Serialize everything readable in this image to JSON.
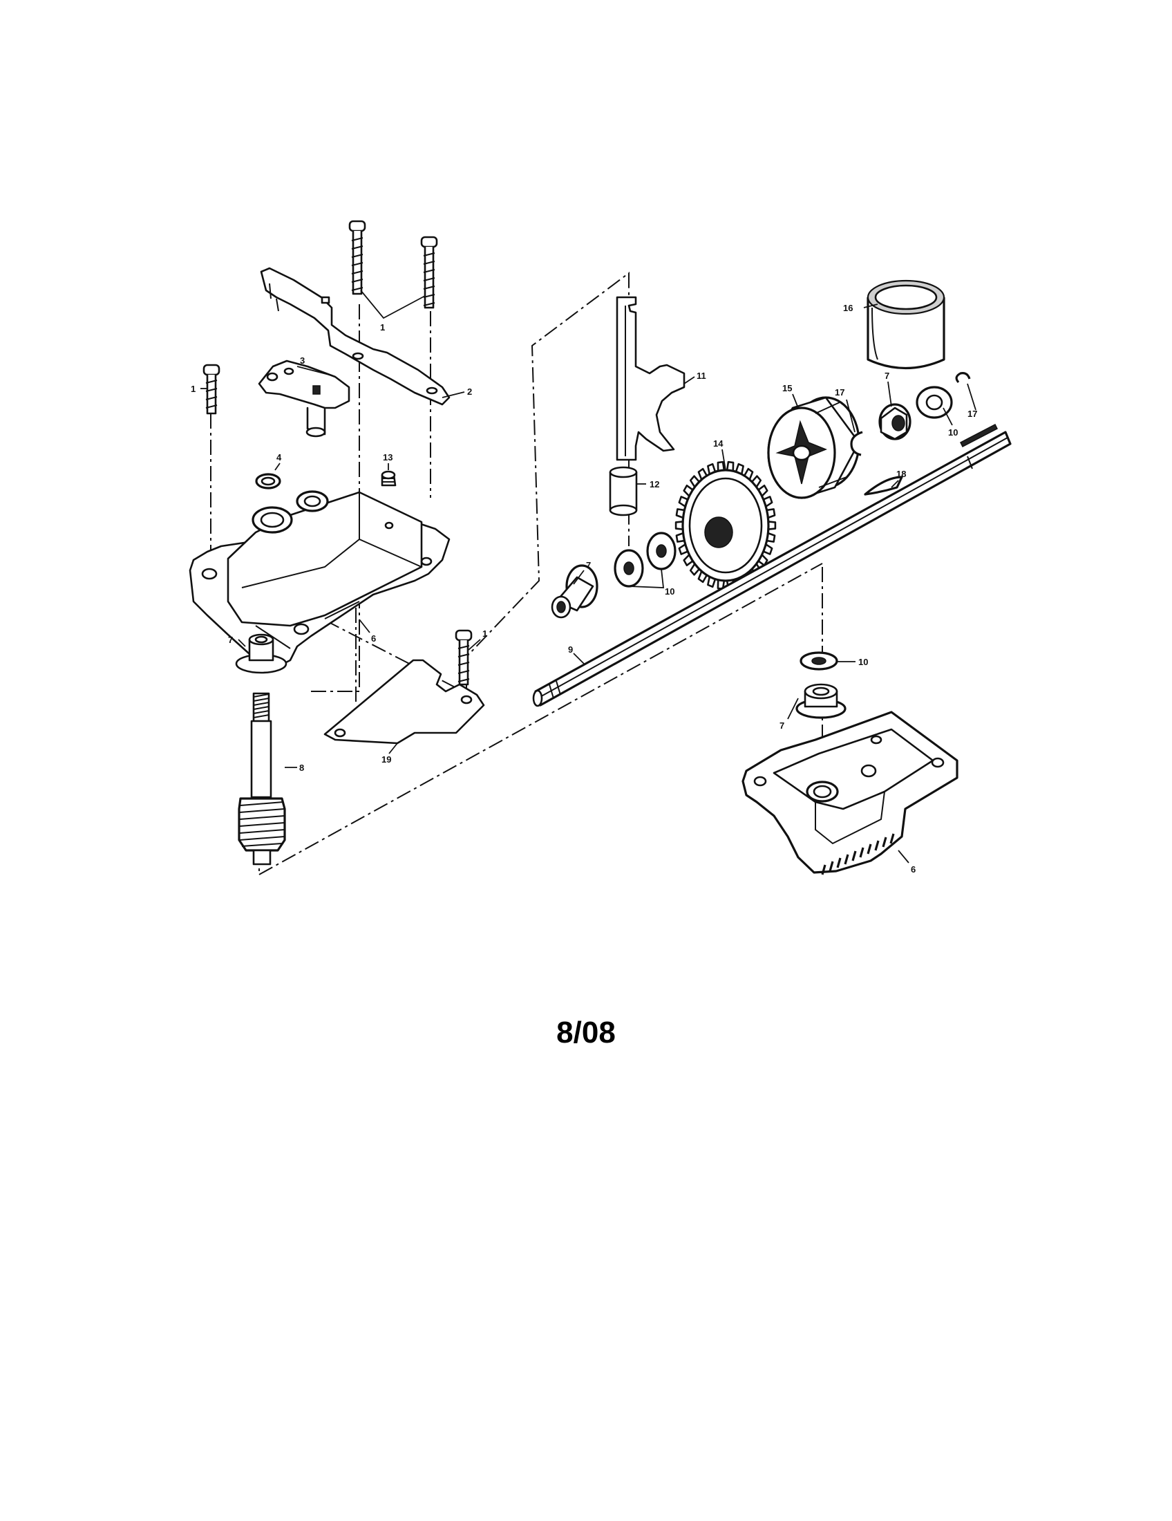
{
  "diagram": {
    "date_code": "8/08",
    "callouts": [
      {
        "part": "screw-top-center",
        "label": "1"
      },
      {
        "part": "screw-top-left",
        "label": "1"
      },
      {
        "part": "screw-bottom-plate",
        "label": "1"
      },
      {
        "part": "bracket",
        "label": "2"
      },
      {
        "part": "shift-lever",
        "label": "3"
      },
      {
        "part": "seal",
        "label": "4"
      },
      {
        "part": "housing-upper",
        "label": "6"
      },
      {
        "part": "housing-lower",
        "label": "6"
      },
      {
        "part": "bearing-left-shaft",
        "label": "7"
      },
      {
        "part": "bearing-center",
        "label": "7"
      },
      {
        "part": "bearing-right",
        "label": "7"
      },
      {
        "part": "bearing-lower",
        "label": "7"
      },
      {
        "part": "worm-shaft",
        "label": "8"
      },
      {
        "part": "axle-shaft",
        "label": "9"
      },
      {
        "part": "washers-center",
        "label": "10"
      },
      {
        "part": "washer-right",
        "label": "10"
      },
      {
        "part": "washer-lower",
        "label": "10"
      },
      {
        "part": "shift-fork",
        "label": "11"
      },
      {
        "part": "bushing",
        "label": "12"
      },
      {
        "part": "plug",
        "label": "13"
      },
      {
        "part": "worm-gear",
        "label": "14"
      },
      {
        "part": "clutch",
        "label": "15"
      },
      {
        "part": "spacer",
        "label": "16"
      },
      {
        "part": "retaining-ring-left",
        "label": "17"
      },
      {
        "part": "retaining-ring-right",
        "label": "17"
      },
      {
        "part": "key",
        "label": "18"
      },
      {
        "part": "plate",
        "label": "19"
      }
    ]
  }
}
